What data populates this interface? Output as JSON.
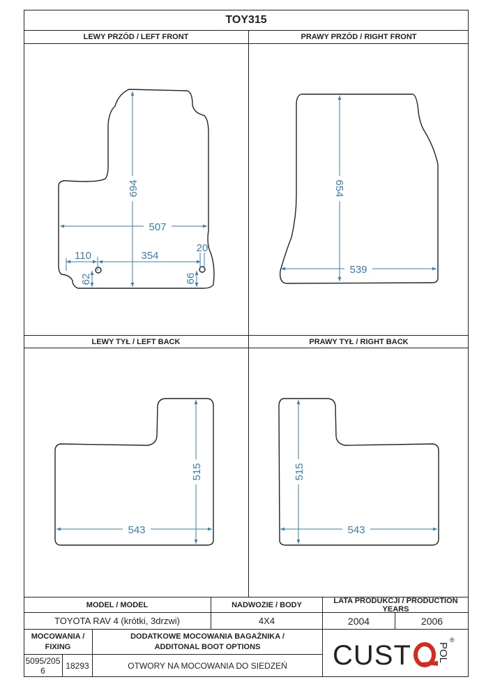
{
  "title": "TOY315",
  "panels": {
    "left_front": {
      "label": "LEWY PRZÓD / LEFT FRONT",
      "dims": {
        "height": "694",
        "width": "507",
        "d110": "110",
        "d354": "354",
        "d20": "20",
        "d62": "62",
        "d66": "66"
      }
    },
    "right_front": {
      "label": "PRAWY PRZÓD / RIGHT FRONT",
      "dims": {
        "height": "654",
        "width": "539"
      }
    },
    "left_back": {
      "label": "LEWY TYŁ / LEFT BACK",
      "dims": {
        "height": "515",
        "width": "543"
      }
    },
    "right_back": {
      "label": "PRAWY TYŁ / RIGHT BACK",
      "dims": {
        "height": "515",
        "width": "543"
      }
    }
  },
  "table": {
    "model_header": "MODEL / MODEL",
    "body_header": "NADWOZIE / BODY",
    "years_header": "LATA PRODUKCJI / PRODUCTION YEARS",
    "model": "TOYOTA RAV 4 (krótki, 3drzwi)",
    "body": "4X4",
    "year_from": "2004",
    "year_to": "2006",
    "fixing_header": "MOCOWANIA / FIXING",
    "boot_header": "DODATKOWE MOCOWANIA BAGAŻNIKA / ADDITONAL BOOT OPTIONS",
    "fixing_1": "5095/2056",
    "fixing_2": "18293",
    "boot_options": "OTWORY NA MOCOWANIA DO SIEDZEŃ"
  },
  "logo": {
    "text": "CUSTOPOL",
    "accent": "#d42a20"
  },
  "colors": {
    "dimension": "#3a7fb0",
    "outline": "#222222"
  }
}
